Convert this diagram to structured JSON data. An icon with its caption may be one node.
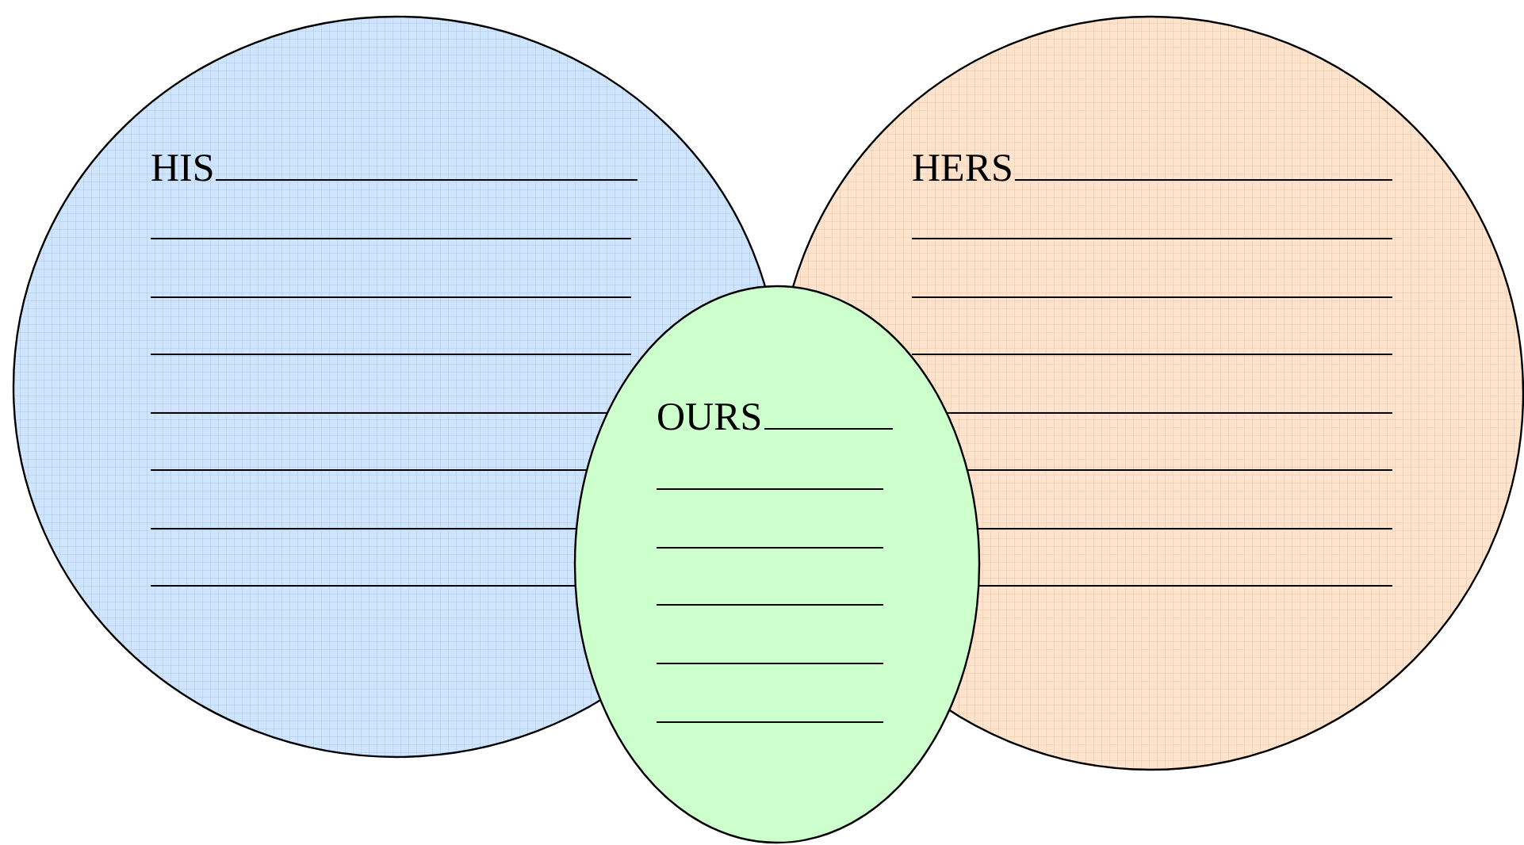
{
  "diagram": {
    "nodes": [
      {
        "text": [
          "HIS"
        ]
      },
      {
        "text": [
          "HERS"
        ]
      },
      {
        "text": [
          "OURS"
        ]
      }
    ]
  }
}
